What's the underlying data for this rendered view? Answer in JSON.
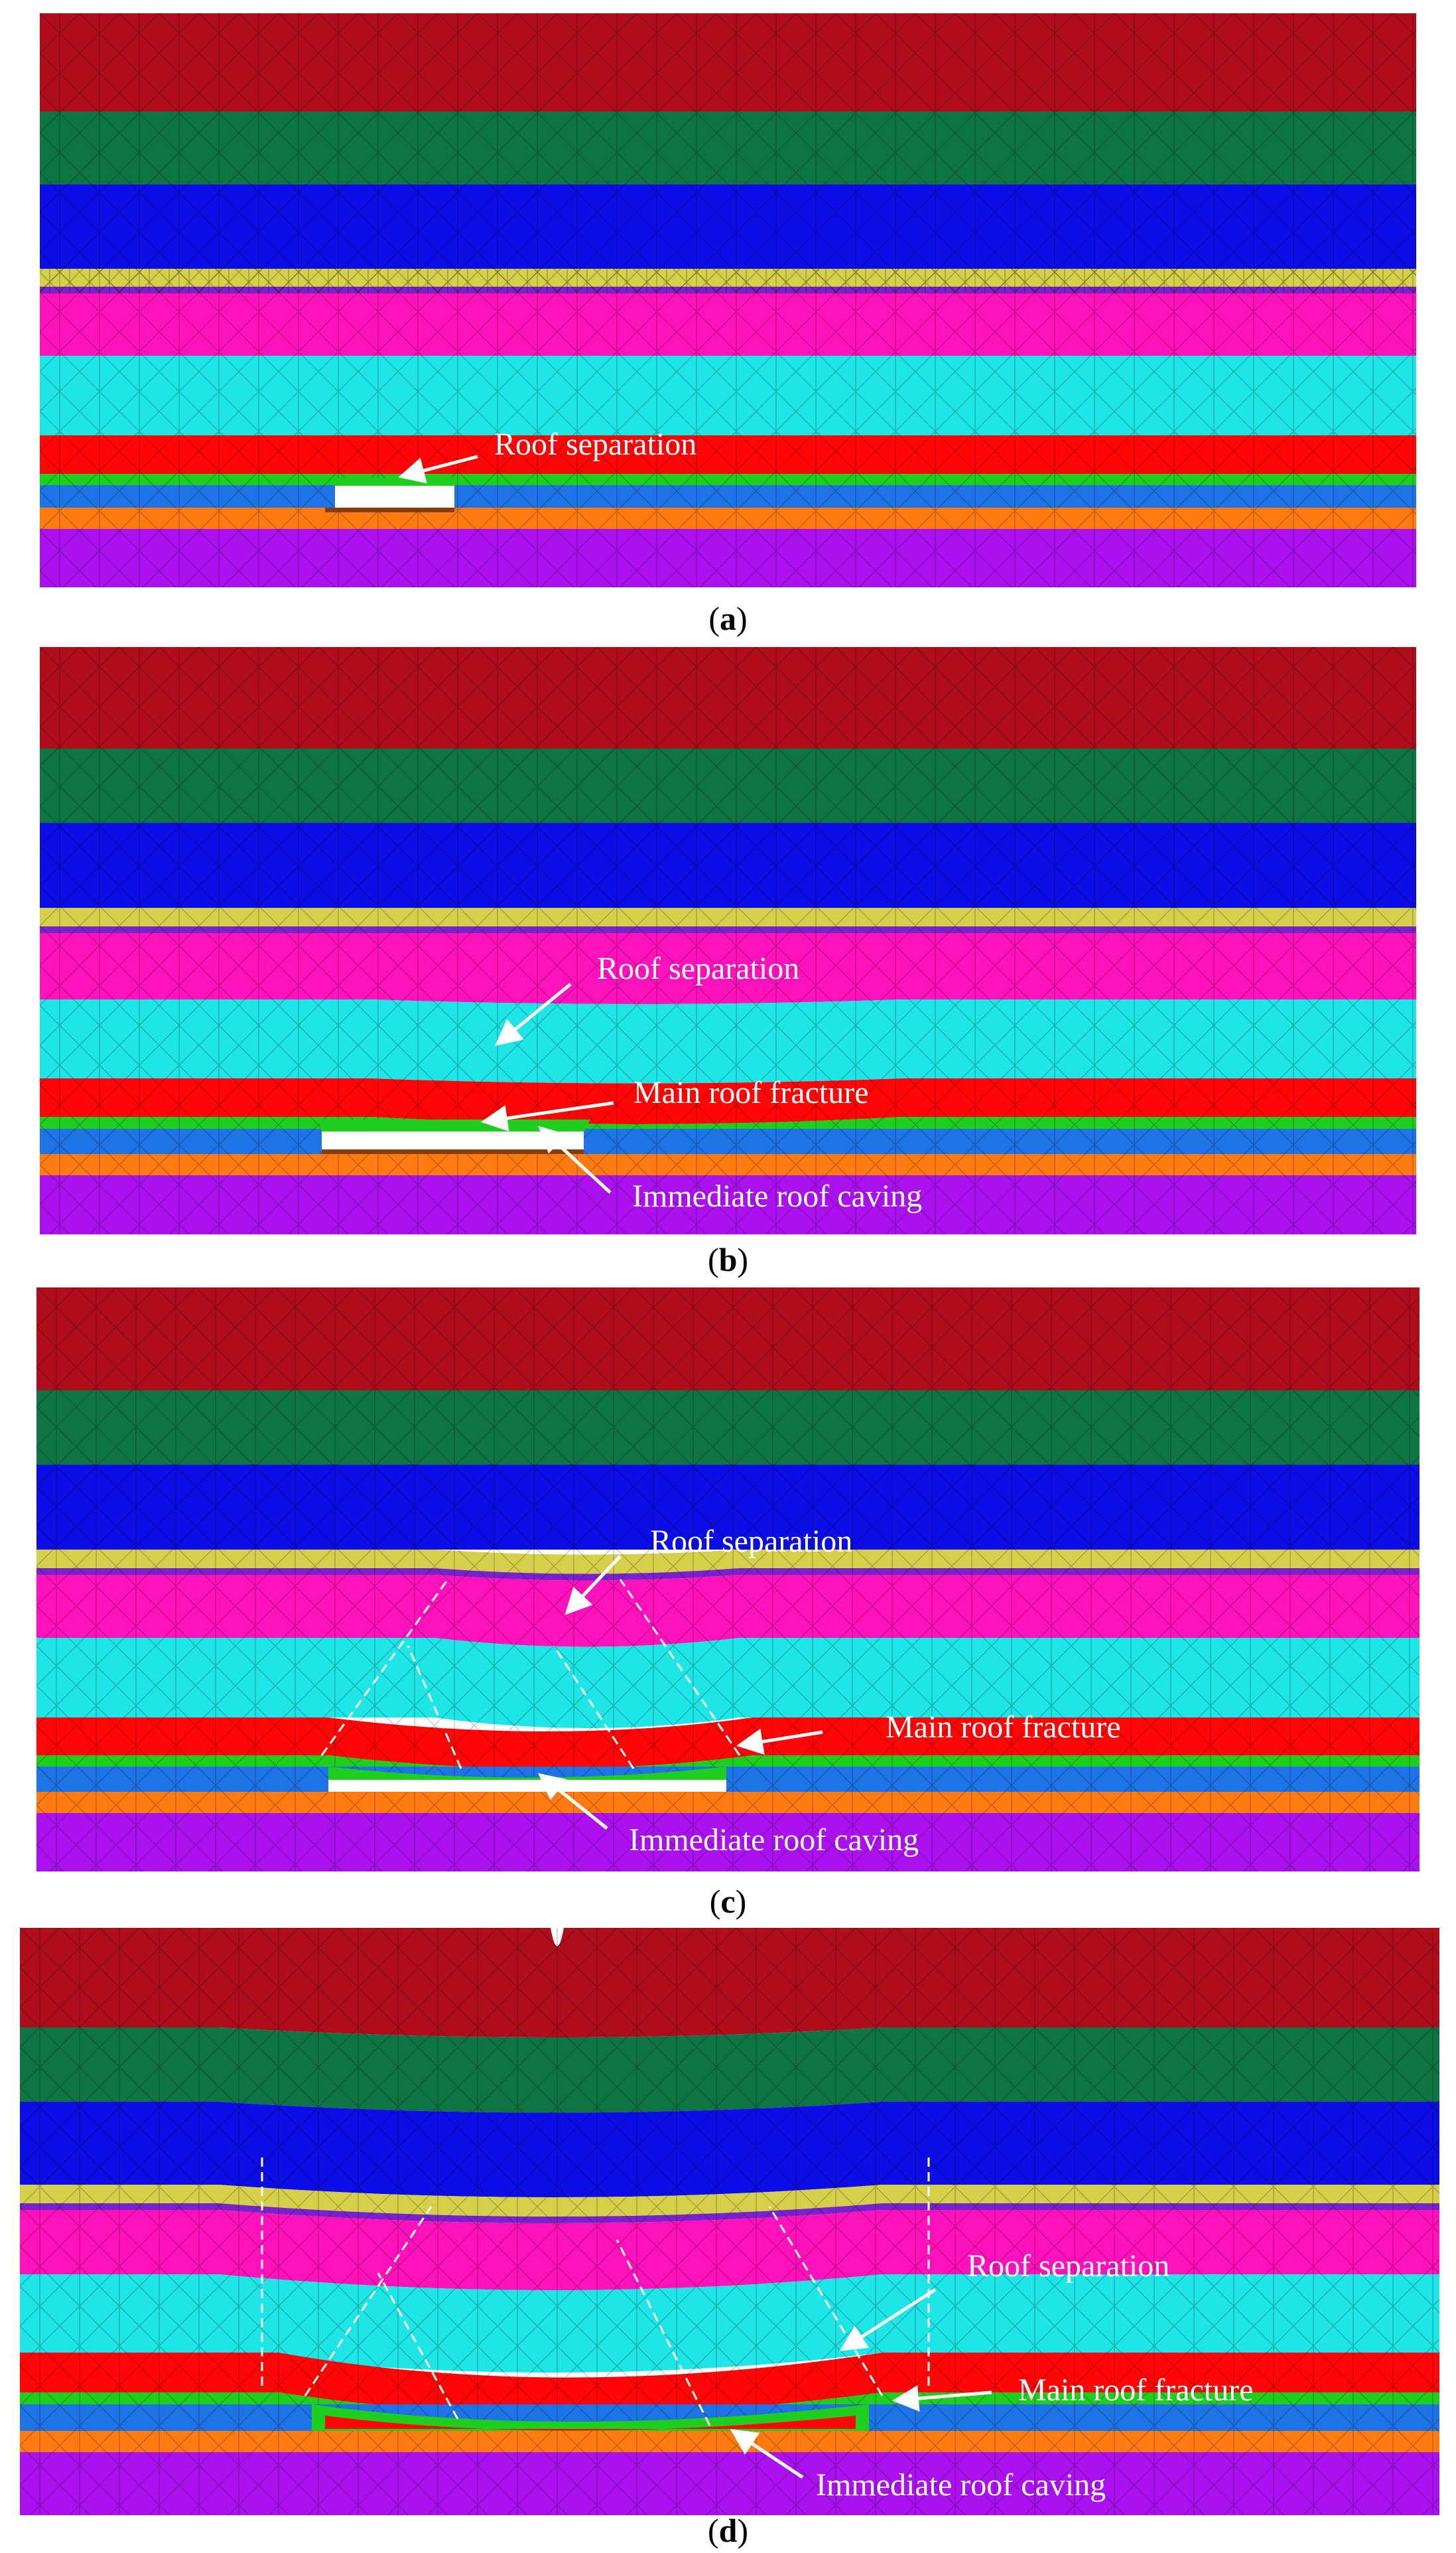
{
  "colors": {
    "crimson": "#b00d1c",
    "dark_green": "#0e7444",
    "blue": "#0d0de6",
    "yellow": "#d6cf4a",
    "violet_band": "#7722cc",
    "magenta": "#ff11bb",
    "cyan": "#1ee6e6",
    "red": "#ff0505",
    "green": "#1ecf1e",
    "coal_blue": "#1e73e6",
    "orange": "#ff7a10",
    "purple": "#aa11ee",
    "white": "#ffffff"
  },
  "panels": [
    {
      "caption_open": "(",
      "caption_letter": "a",
      "caption_close": ")",
      "labels": {
        "roof_separation": "Roof separation"
      }
    },
    {
      "caption_open": "(",
      "caption_letter": "b",
      "caption_close": ")",
      "labels": {
        "roof_separation": "Roof separation",
        "main_roof_fracture": "Main roof fracture",
        "immediate_roof_caving": "Immediate roof caving"
      }
    },
    {
      "caption_open": "(",
      "caption_letter": "c",
      "caption_close": ")",
      "labels": {
        "roof_separation": "Roof separation",
        "main_roof_fracture": "Main roof fracture",
        "immediate_roof_caving": "Immediate roof caving"
      }
    },
    {
      "caption_open": "(",
      "caption_letter": "d",
      "caption_close": ")",
      "labels": {
        "roof_separation": "Roof separation",
        "main_roof_fracture": "Main roof fracture",
        "immediate_roof_caving": "Immediate roof caving"
      }
    }
  ]
}
